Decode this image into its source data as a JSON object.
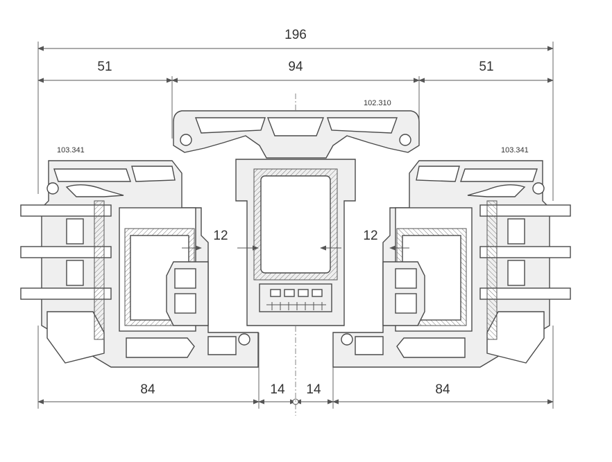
{
  "dimensions": {
    "overall": "196",
    "left_sash": "51",
    "middle": "94",
    "right_sash": "51",
    "bottom_left": "84",
    "bottom_center_left": "14",
    "bottom_center_right": "14",
    "bottom_right": "84",
    "inner_left": "12",
    "inner_right": "12"
  },
  "profile_codes": {
    "left": "103.341",
    "center": "102.310",
    "right": "103.341"
  },
  "colors": {
    "line": "#4a4a4a",
    "fill": "#efefef",
    "background": "#ffffff"
  }
}
